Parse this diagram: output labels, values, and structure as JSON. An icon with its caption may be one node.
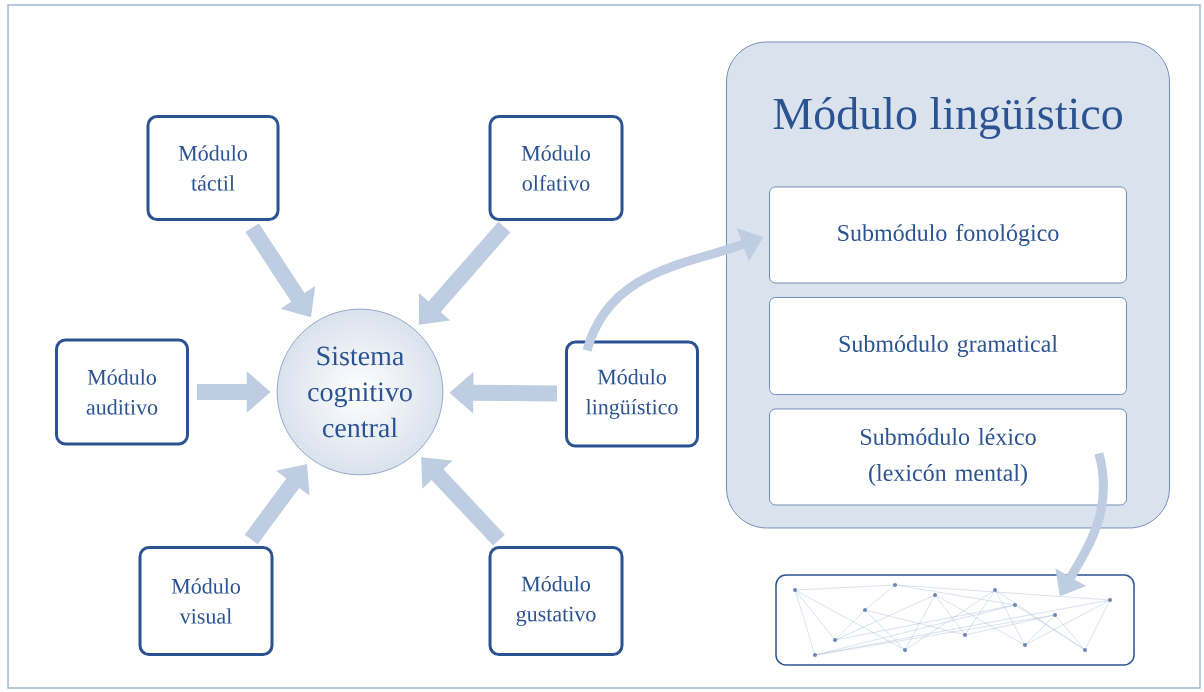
{
  "diagram": {
    "nodes": [
      {
        "text": [
          "Módulo táctil"
        ]
      },
      {
        "text": [
          "Módulo olfativo"
        ]
      },
      {
        "text": [
          "Módulo auditivo"
        ]
      },
      {
        "text": [
          "Sistema cognitivo central"
        ]
      },
      {
        "text": [
          "Módulo lingüístico"
        ]
      },
      {
        "text": [
          "Módulo visual"
        ]
      },
      {
        "text": [
          "Módulo gustativo"
        ]
      },
      {
        "text": [
          "Módulo lingüístico"
        ]
      },
      {
        "text": [
          "Submódulo fonológico"
        ],
        "in": 7
      },
      {
        "text": [
          "Submódulo gramatical"
        ],
        "in": 7
      },
      {
        "text": [
          "Submódulo léxico (lexicón mental)"
        ],
        "in": 7
      },
      {
        "text": [],
        "shape": "picture"
      }
    ],
    "edges": [
      {
        "from": 0,
        "to": 3,
        "arrow": "to"
      },
      {
        "from": 1,
        "to": 3,
        "arrow": "to"
      },
      {
        "from": 2,
        "to": 3,
        "arrow": "to"
      },
      {
        "from": 4,
        "to": 3,
        "arrow": "to"
      },
      {
        "from": 5,
        "to": 3,
        "arrow": "to"
      },
      {
        "from": 6,
        "to": 3,
        "arrow": "to"
      },
      {
        "from": 4,
        "to": 8,
        "arrow": "to"
      },
      {
        "from": 10,
        "to": 11,
        "arrow": "to"
      }
    ]
  }
}
